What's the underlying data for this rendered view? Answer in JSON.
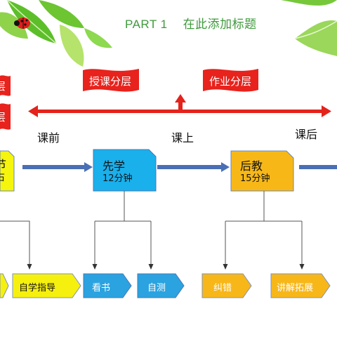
{
  "header": {
    "part": "PART 1",
    "title": "在此添加标题"
  },
  "flags": {
    "teaching_layer": "授课分层",
    "homework_layer": "作业分层",
    "left_top_partial": "层",
    "left_bottom_partial": "层"
  },
  "timeline": {
    "before": "课前",
    "during": "课上",
    "after": "课后"
  },
  "nodes": {
    "left_partial_line1": "节",
    "left_partial_line2": "右",
    "learn_first": {
      "label": "先学",
      "duration": "12分钟"
    },
    "teach_after": {
      "label": "后教",
      "duration": "15分钟"
    }
  },
  "leaves": {
    "self_study_guide": "自学指导",
    "read_book": "看书",
    "self_test": "自测",
    "correct_errors": "纠错",
    "explain_expand": "讲解拓展"
  },
  "colors": {
    "title_green": "#3f9a3c",
    "flag_red": "#e8221c",
    "arrow_red": "#e3231c",
    "connector_blue": "#4a6fb5",
    "node_yellow": "#f5f50d",
    "node_blue": "#19b0ec",
    "node_orange": "#f7b817",
    "leaf_yellow": "#f6f00f",
    "leaf_blue": "#2aa3e0",
    "leaf_orange": "#f7b719"
  },
  "icons": [
    "leaf-icon",
    "ladybug-icon"
  ]
}
